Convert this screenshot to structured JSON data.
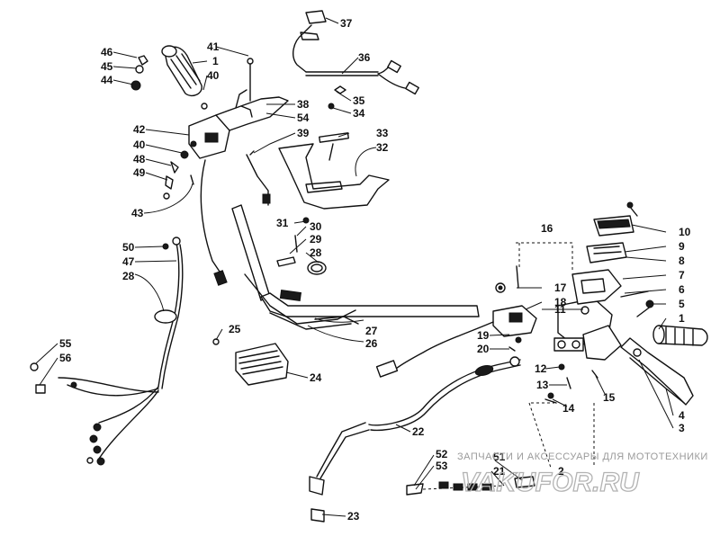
{
  "callouts": {
    "n1": "1",
    "n2": "2",
    "n3": "3",
    "n4": "4",
    "n5": "5",
    "n6": "6",
    "n7": "7",
    "n8": "8",
    "n9": "9",
    "n10": "10",
    "n11": "11",
    "n12": "12",
    "n13": "13",
    "n14": "14",
    "n15": "15",
    "n16": "16",
    "n17": "17",
    "n18": "18",
    "n19": "19",
    "n20": "20",
    "n21": "21",
    "n22": "22",
    "n23": "23",
    "n24": "24",
    "n25": "25",
    "n26": "26",
    "n27": "27",
    "n28": "28",
    "n29": "29",
    "n30": "30",
    "n31": "31",
    "n32": "32",
    "n33": "33",
    "n34": "34",
    "n35": "35",
    "n36": "36",
    "n37": "37",
    "n38": "38",
    "n39": "39",
    "n40": "40",
    "n41": "41",
    "n42": "42",
    "n43": "43",
    "n44": "44",
    "n45": "45",
    "n46": "46",
    "n47": "47",
    "n48": "48",
    "n49": "49",
    "n50": "50",
    "n51": "51",
    "n52": "52",
    "n53": "53",
    "n54": "54",
    "n55": "55",
    "n56": "56"
  },
  "watermark": {
    "text": "ЗАПЧАСТИ И АКСЕССУАРЫ ДЛЯ МОТОТЕХНИКИ",
    "logo": "VAKUFOR.RU"
  }
}
